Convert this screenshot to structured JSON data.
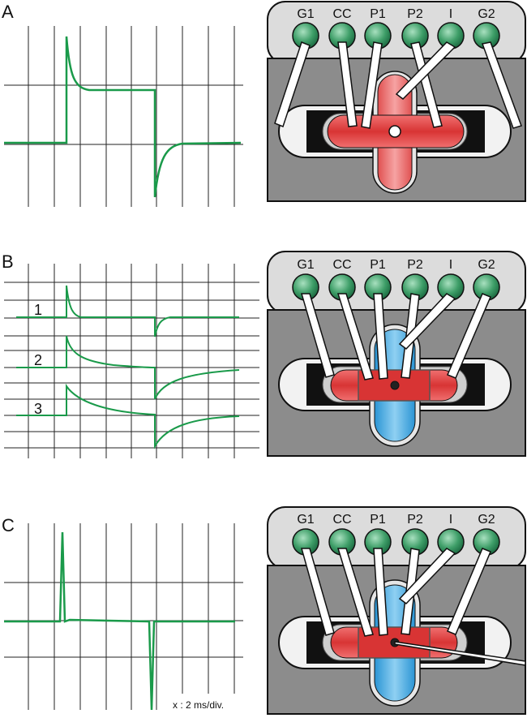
{
  "panels": [
    {
      "letter": "A",
      "pins": [
        "G1",
        "CC",
        "P1",
        "P2",
        "I",
        "G2"
      ],
      "trace_labels": []
    },
    {
      "letter": "B",
      "pins": [
        "G1",
        "CC",
        "P1",
        "P2",
        "I",
        "G2"
      ],
      "trace_labels": [
        "1",
        "2",
        "3"
      ]
    },
    {
      "letter": "C",
      "pins": [
        "G1",
        "CC",
        "P1",
        "P2",
        "I",
        "G2"
      ],
      "trace_labels": [],
      "scale_text": "x : 2 ms/div."
    }
  ],
  "colors": {
    "trace": "#1a9a4a",
    "pin": "#2e8b57",
    "red_pipette": "#d93a3a",
    "blue_pipette": "#3aa6dd",
    "chamber": "#8c8c8c",
    "header": "#dcdcdc"
  }
}
